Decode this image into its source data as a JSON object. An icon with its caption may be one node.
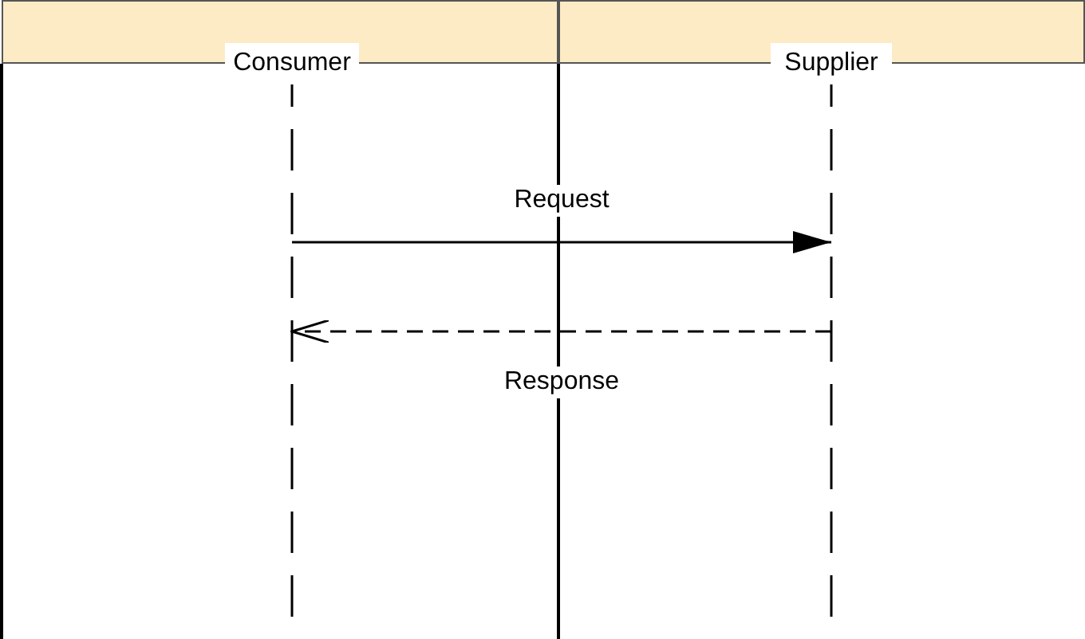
{
  "diagram": {
    "nodes": [
      {
        "text": [
          "Consumer"
        ]
      },
      {
        "text": [
          "Supplier"
        ]
      }
    ],
    "edges": [
      {
        "from": 0,
        "to": 1,
        "arrow": "to",
        "label": "Request"
      },
      {
        "from": 1,
        "to": 0,
        "arrow": "to",
        "label": "Response",
        "style": "dashed"
      }
    ]
  }
}
